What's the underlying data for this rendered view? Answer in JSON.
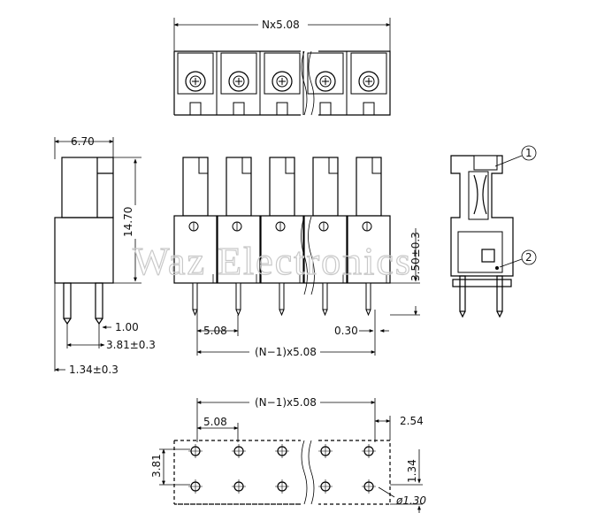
{
  "watermark": "Waz Electronics",
  "dimensions": {
    "top_width": "Nx5.08",
    "side_width": "6.70",
    "side_height": "14.70",
    "pin_width": "1.00",
    "pin_pitch_row": "3.81±0.3",
    "pin_offset": "1.34±0.3",
    "front_pitch": "5.08",
    "front_span": "(N−1)x5.08",
    "front_pin_thickness": "0.30",
    "front_pin_length": "3.50±0.3",
    "pcb_span": "(N−1)x5.08",
    "pcb_pitch": "5.08",
    "pcb_edge": "2.54",
    "pcb_row_spacing": "3.81",
    "pcb_row_offset": "1.34",
    "pcb_hole_diameter": "ø1.30"
  },
  "callouts": [
    "1",
    "2"
  ]
}
